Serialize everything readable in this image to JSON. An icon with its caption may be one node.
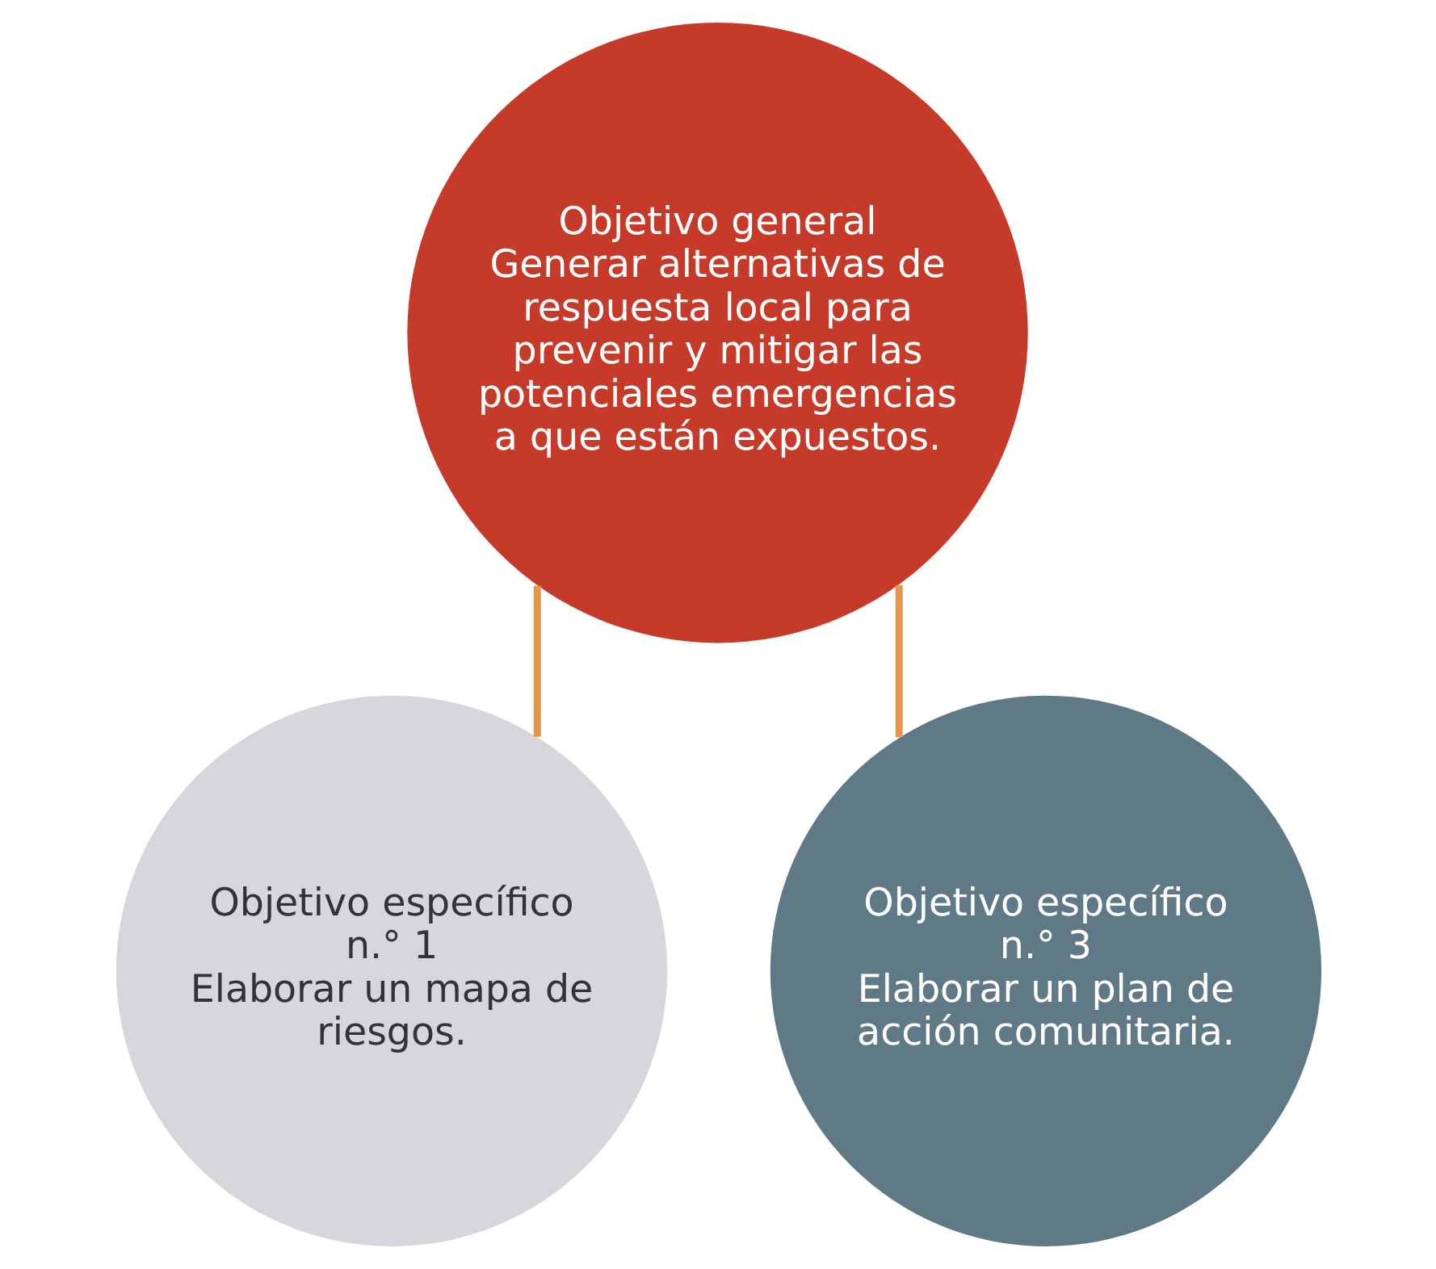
{
  "diagram": {
    "nodes": [
      {
        "text": [
          "Objetivo general",
          "Generar alternativas de respuesta local para prevenir y mitigar las potenciales emergencias a que están expuestos."
        ]
      },
      {
        "text": [
          "Objetivo específico n.° 1",
          "Elaborar un mapa de riesgos."
        ]
      },
      {
        "text": [
          "Objetivo específico n.° 3",
          "Elaborar un plan de acción comunitaria."
        ]
      }
    ],
    "edges": [
      {
        "from": 0,
        "to": 1,
        "arrow": "none"
      },
      {
        "from": 0,
        "to": 2,
        "arrow": "none"
      }
    ]
  }
}
